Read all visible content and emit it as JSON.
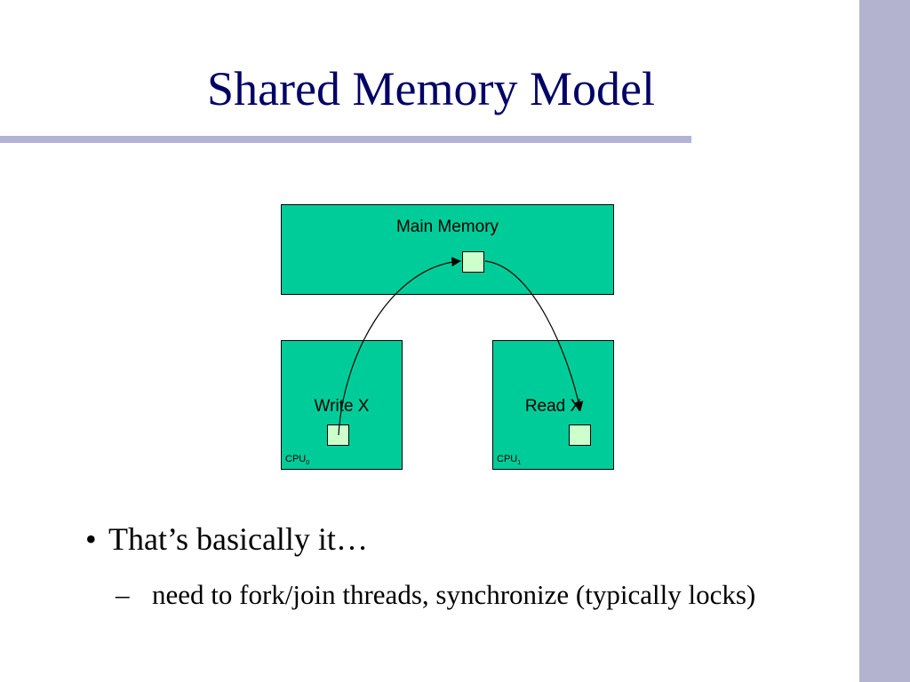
{
  "slide": {
    "title": "Shared Memory Model",
    "bullets": [
      {
        "marker": "•",
        "text": "That’s basically it…",
        "sub": [
          {
            "marker": "–",
            "text": "need to fork/join threads, synchronize (typically locks)"
          }
        ]
      }
    ]
  },
  "diagram": {
    "main_memory": {
      "label": "Main Memory"
    },
    "cpu0": {
      "label": "Write X",
      "cpu_name": "CPU",
      "cpu_index": "0"
    },
    "cpu1": {
      "label": "Read X",
      "cpu_name": "CPU",
      "cpu_index": "1"
    }
  },
  "colors": {
    "title": "#000066",
    "accent_bar": "#b3b3cf",
    "rule": "#b3b3d7",
    "box_fill": "#00cc99",
    "cell_fill": "#ccffcc",
    "arrow": "#000000"
  }
}
